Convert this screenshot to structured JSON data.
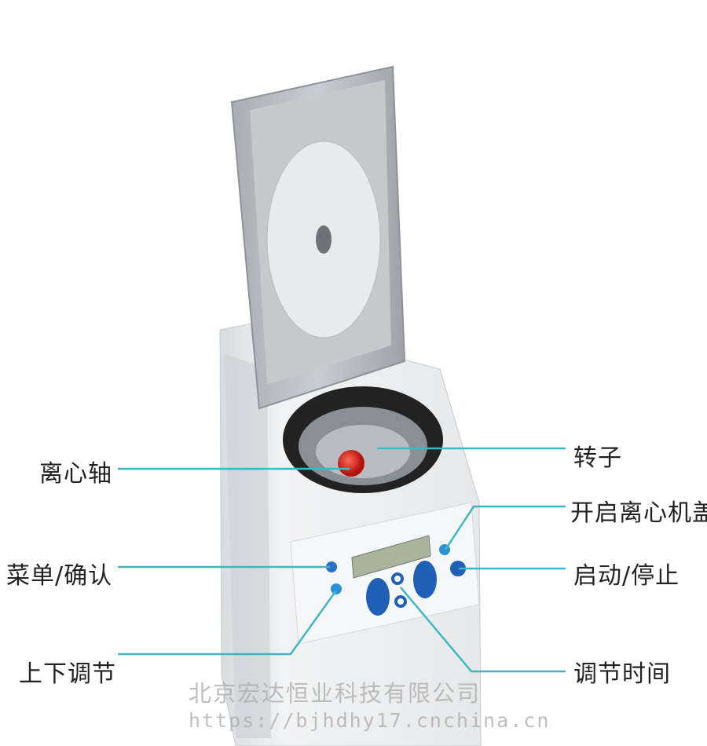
{
  "labels": {
    "spindle": "离心轴",
    "rotor": "转子",
    "open_lid": "开启离心机盖",
    "menu_confirm": "菜单/确认",
    "start_stop": "启动/停止",
    "up_down": "上下调节",
    "adjust_time": "调节时间"
  },
  "watermark": {
    "company": "北京宏达恒业科技有限公司",
    "url": "https://bjhdhy17.cnchina.cn"
  },
  "colors": {
    "leader_line": "#3db7c3",
    "button": "#1f5fb8"
  }
}
